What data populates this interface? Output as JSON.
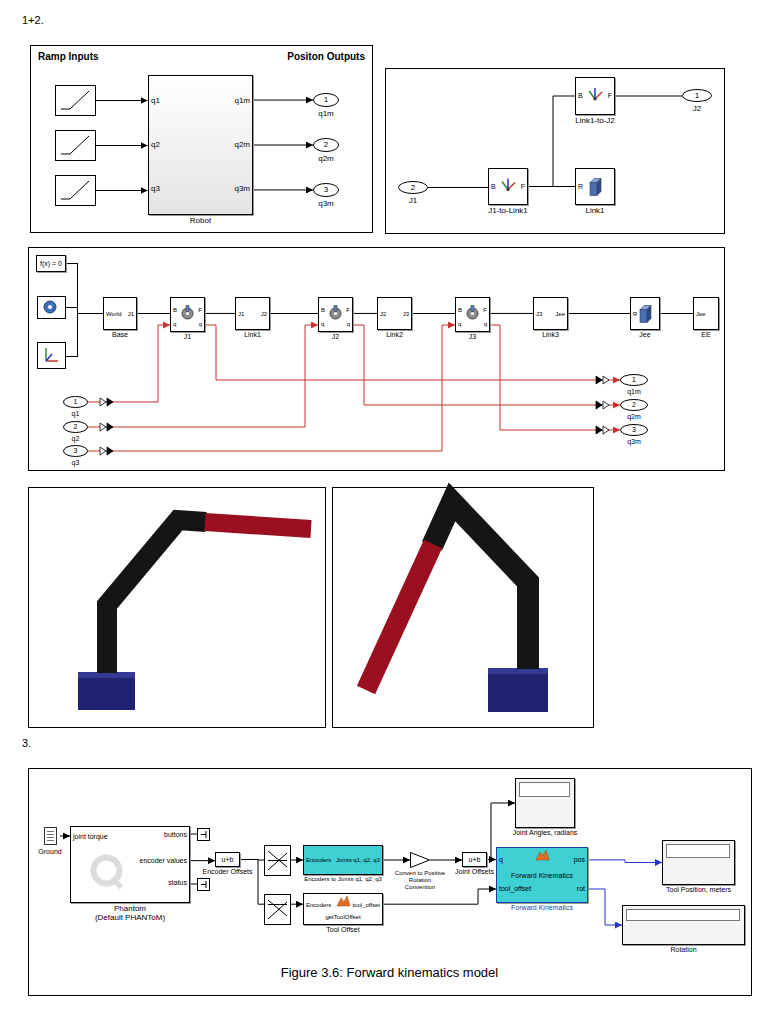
{
  "diagram": {
    "caption": "Figure 3.6: Forward kinematics model",
    "nodes": [
      {
        "text": [
          "Ramp Inputs",
          "Positon Outputs"
        ]
      },
      {
        "text": [
          "q1",
          "q2",
          "q3",
          "q1m",
          "q2m",
          "q3m",
          "Robot"
        ],
        "in": 0
      },
      {
        "text": [
          "1",
          "q1m"
        ],
        "in": 0
      },
      {
        "text": [
          "2",
          "q2m"
        ],
        "in": 0
      },
      {
        "text": [
          "3",
          "q3m"
        ],
        "in": 0
      },
      {
        "text": [
          "2",
          "J1"
        ]
      },
      {
        "text": [
          "B",
          "F",
          "J1-to-Link1"
        ]
      },
      {
        "text": [
          "B",
          "F",
          "Link1-to-J2"
        ]
      },
      {
        "text": [
          "R",
          "Link1"
        ]
      },
      {
        "text": [
          "1",
          "J2"
        ]
      },
      {
        "text": [
          "f(x) = 0"
        ]
      },
      {
        "text": [
          "World",
          "J1",
          "Base"
        ]
      },
      {
        "text": [
          "B",
          "F",
          "q",
          "q",
          "J1"
        ]
      },
      {
        "text": [
          "J1",
          "J2",
          "Link1"
        ]
      },
      {
        "text": [
          "B",
          "F",
          "q",
          "q",
          "J2"
        ]
      },
      {
        "text": [
          "J2",
          "J3",
          "Link2"
        ]
      },
      {
        "text": [
          "B",
          "F",
          "q",
          "q",
          "J3"
        ]
      },
      {
        "text": [
          "J3",
          "Jee",
          "Link3"
        ]
      },
      {
        "text": [
          "R",
          "Jee"
        ]
      },
      {
        "text": [
          "Jee",
          "EE"
        ]
      },
      {
        "text": [
          "1",
          "q1"
        ]
      },
      {
        "text": [
          "2",
          "q2"
        ]
      },
      {
        "text": [
          "3",
          "q3"
        ]
      },
      {
        "text": [
          "1",
          "q1m"
        ]
      },
      {
        "text": [
          "2",
          "q2m"
        ]
      },
      {
        "text": [
          "3",
          "q3m"
        ]
      },
      {
        "text": [
          "Ground"
        ]
      },
      {
        "text": [
          "joint torque",
          "buttons",
          "encoder values",
          "status",
          "Phantom",
          "(Default PHANToM)"
        ]
      },
      {
        "text": [
          "u+b",
          "Encoder Offsets"
        ]
      },
      {
        "text": [
          "Encoders",
          "Joints q1, q2, q3",
          "Encoders to Joints q1, q2, q3"
        ]
      },
      {
        "text": [
          "Convert to Positive Rotation Convention"
        ]
      },
      {
        "text": [
          "u+b",
          "Joint Offsets"
        ]
      },
      {
        "text": [
          "q",
          "tool_offset",
          "pos",
          "rot",
          "Forward Kinematics",
          "Forward Kinematics"
        ]
      },
      {
        "text": [
          "Encoders",
          "tool_offset",
          "getToolOffset",
          "Tool Offset"
        ]
      },
      {
        "text": [
          "Joint Angles, radians"
        ]
      },
      {
        "text": [
          "Tool Position, meters"
        ]
      },
      {
        "text": [
          "Rotation"
        ]
      }
    ],
    "edges": [
      {
        "from": 1,
        "to": 2,
        "arrow": "to"
      },
      {
        "from": 1,
        "to": 3,
        "arrow": "to"
      },
      {
        "from": 1,
        "to": 4,
        "arrow": "to"
      },
      {
        "from": 5,
        "to": 6,
        "arrow": "none"
      },
      {
        "from": 6,
        "to": 7,
        "arrow": "none"
      },
      {
        "from": 6,
        "to": 8,
        "arrow": "none"
      },
      {
        "from": 7,
        "to": 9,
        "arrow": "none"
      },
      {
        "from": 10,
        "to": 11,
        "arrow": "none"
      },
      {
        "from": 11,
        "to": 12,
        "arrow": "none"
      },
      {
        "from": 12,
        "to": 13,
        "arrow": "none"
      },
      {
        "from": 13,
        "to": 14,
        "arrow": "none"
      },
      {
        "from": 14,
        "to": 15,
        "arrow": "none"
      },
      {
        "from": 15,
        "to": 16,
        "arrow": "none"
      },
      {
        "from": 16,
        "to": 17,
        "arrow": "none"
      },
      {
        "from": 17,
        "to": 18,
        "arrow": "none"
      },
      {
        "from": 18,
        "to": 19,
        "arrow": "none"
      },
      {
        "from": 20,
        "to": 12,
        "arrow": "to"
      },
      {
        "from": 12,
        "to": 23,
        "arrow": "to"
      },
      {
        "from": 21,
        "to": 14,
        "arrow": "to"
      },
      {
        "from": 14,
        "to": 24,
        "arrow": "to"
      },
      {
        "from": 22,
        "to": 16,
        "arrow": "to"
      },
      {
        "from": 16,
        "to": 25,
        "arrow": "to"
      },
      {
        "from": 26,
        "to": 27,
        "arrow": "to"
      },
      {
        "from": 27,
        "to": 28,
        "arrow": "to"
      },
      {
        "from": 28,
        "to": 29,
        "arrow": "to"
      },
      {
        "from": 28,
        "to": 33,
        "arrow": "to"
      },
      {
        "from": 29,
        "to": 30,
        "arrow": "to"
      },
      {
        "from": 30,
        "to": 31,
        "arrow": "to"
      },
      {
        "from": 31,
        "to": 32,
        "arrow": "to"
      },
      {
        "from": 31,
        "to": 34,
        "arrow": "to"
      },
      {
        "from": 33,
        "to": 32,
        "arrow": "to"
      },
      {
        "from": 32,
        "to": 35,
        "arrow": "to"
      },
      {
        "from": 32,
        "to": 36,
        "arrow": "to"
      }
    ],
    "labels": [
      "1+2.",
      "3."
    ]
  }
}
